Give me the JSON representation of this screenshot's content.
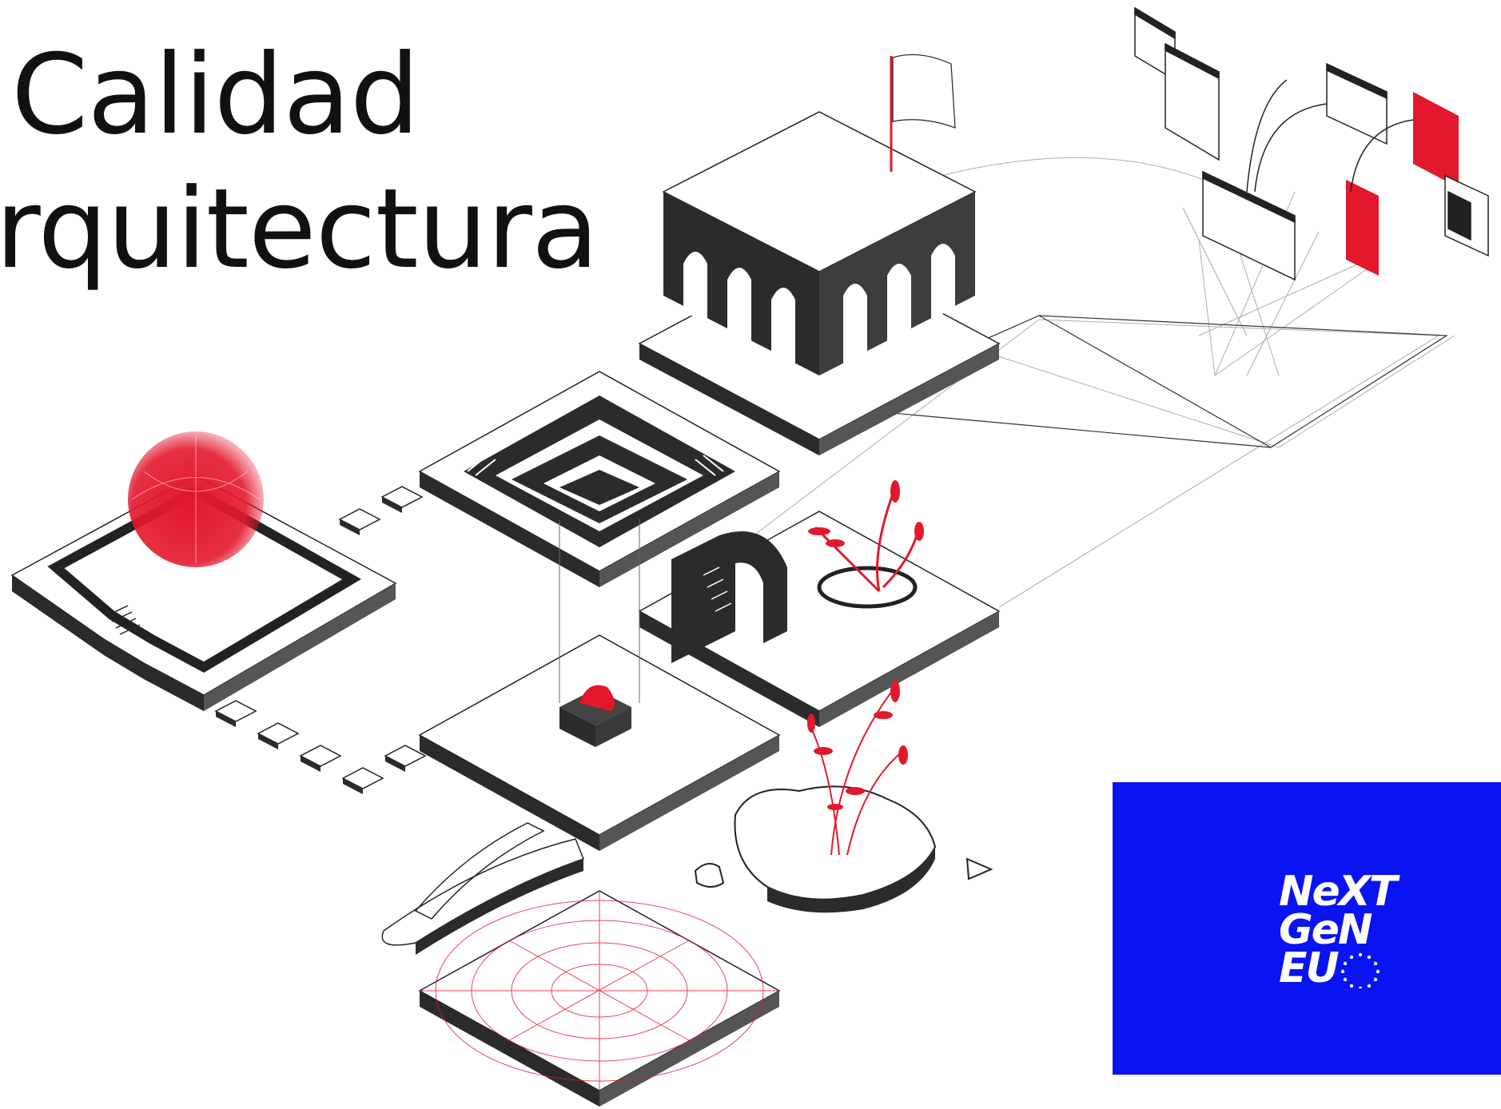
{
  "title": {
    "line1": "Calidad",
    "line2": "rquitectura"
  },
  "badge": {
    "logo_line1": "NeXT",
    "logo_line2": "GeN",
    "logo_line3": "EU",
    "background": "#0a14f0",
    "icon": "eu-stars-icon"
  },
  "colors": {
    "accent_red": "#e3182d",
    "dark_fill": "#2b2b2b",
    "line": "#222222"
  }
}
